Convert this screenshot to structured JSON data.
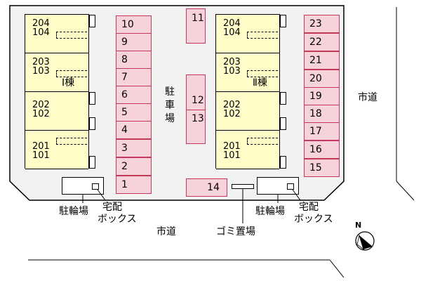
{
  "colors": {
    "unit_fill": "#fffcc8",
    "parking_fill": "#f6d2da",
    "parking_border": "#c4395a"
  },
  "building1": {
    "name": "Ⅰ棟",
    "units": [
      {
        "upper": "204",
        "lower": "104"
      },
      {
        "upper": "203",
        "lower": "103"
      },
      {
        "upper": "202",
        "lower": "102"
      },
      {
        "upper": "201",
        "lower": "101"
      }
    ]
  },
  "building2": {
    "name": "Ⅱ棟",
    "units": [
      {
        "upper": "204",
        "lower": "104"
      },
      {
        "upper": "203",
        "lower": "103"
      },
      {
        "upper": "202",
        "lower": "102"
      },
      {
        "upper": "201",
        "lower": "101"
      }
    ]
  },
  "parking_left": [
    "10",
    "9",
    "8",
    "7",
    "6",
    "5",
    "4",
    "3",
    "2",
    "1"
  ],
  "parking_right": [
    "23",
    "22",
    "21",
    "20",
    "19",
    "18",
    "17",
    "16",
    "15"
  ],
  "parking_center": {
    "top": "11",
    "mid_upper": "12",
    "mid_lower": "13",
    "bottom": "14"
  },
  "labels": {
    "parking_area": [
      "駐",
      "車",
      "場"
    ],
    "city_road_right": "市道",
    "city_road_bottom": "市道",
    "bike_parking_left": "駐輪場",
    "delivery_box_left_1": "宅配",
    "delivery_box_left_2": "ボックス",
    "bike_parking_right": "駐輪場",
    "delivery_box_right_1": "宅配",
    "delivery_box_right_2": "ボックス",
    "garbage": "ゴミ置場",
    "north": "N"
  },
  "icons": {
    "compass": "north-arrow-icon"
  }
}
